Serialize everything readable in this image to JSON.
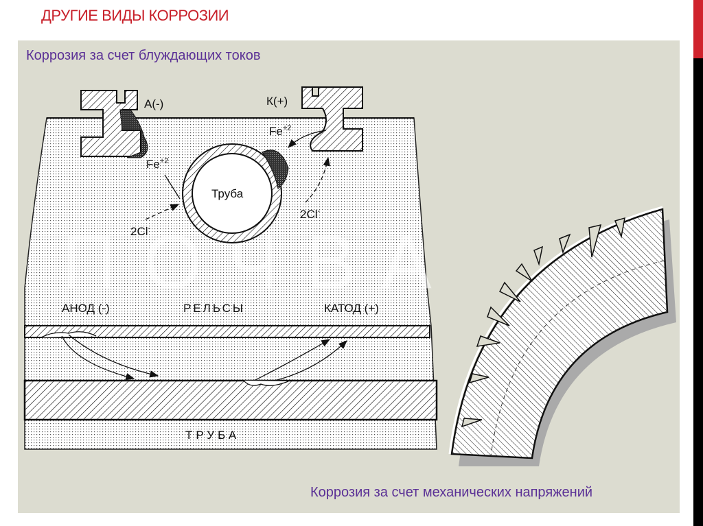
{
  "slide": {
    "title": "ДРУГИЕ ВИДЫ КОРРОЗИИ",
    "subtitle_left": "Коррозия за счет блуждающих токов",
    "subtitle_right": "Коррозия за счет механических напряжений"
  },
  "diagram": {
    "label_anode_clamp": "А(-)",
    "label_cathode_clamp": "К(+)",
    "label_fe_left": "Fe",
    "label_fe_right": "Fe",
    "fe_charge": "+2",
    "label_cl_left": "2Cl",
    "label_cl_right": "2Cl",
    "cl_charge": "-",
    "label_pipe_circle": "Труба",
    "watermark": "ПОЧВА",
    "label_anode": "АНОД (-)",
    "label_rails": "РЕЛЬСЫ",
    "label_cathode": "КАТОД (+)",
    "label_pipe_bottom": "ТРУБА"
  },
  "colors": {
    "accent_red": "#d0232c",
    "subtitle_purple": "#5b3196",
    "panel": "#dcdcd0"
  }
}
